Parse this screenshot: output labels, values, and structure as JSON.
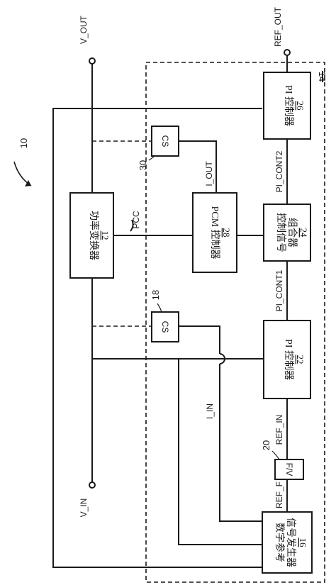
{
  "figure_label": "10",
  "module_number": "14",
  "signals": {
    "v_out": "V_OUT",
    "ref_out": "REF_OUT",
    "v_in": "V_IN",
    "pcc": "PCC",
    "i_out": "I_OUT",
    "i_in": "I_IN",
    "pi_cont2": "PI_CONT2",
    "pi_cont1": "PI_CONT1",
    "ref_in": "REF_IN",
    "ref_f": "REF_F"
  },
  "blocks": {
    "pi_top": {
      "label": "PI 控制器",
      "number": "26"
    },
    "power_converter": {
      "label": "功率变换器",
      "number": "12"
    },
    "pcm_controller": {
      "label": "PCM 控制器",
      "number": "28"
    },
    "combiner": {
      "label_line1": "控制信号",
      "label_line2": "组合器",
      "number": "24"
    },
    "pi_mid": {
      "label": "PI 控制器",
      "number": "22"
    },
    "fv": {
      "label": "F/V",
      "ref": "20"
    },
    "cs_top": {
      "label": "CS",
      "ref": "30"
    },
    "cs_bottom": {
      "label": "CS",
      "ref": "18"
    },
    "generator": {
      "label_line1": "数字参考",
      "label_line2": "信号发生器",
      "number": "16"
    }
  }
}
